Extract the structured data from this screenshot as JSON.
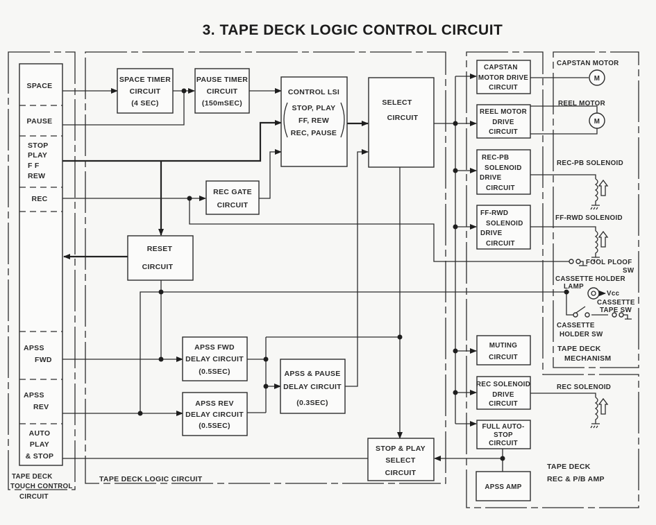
{
  "title": "3. TAPE DECK LOGIC CONTROL CIRCUIT",
  "groups": {
    "touch_control": [
      "TAPE DECK",
      "TOUCH CONTROL",
      "CIRCUIT"
    ],
    "logic": "TAPE DECK LOGIC CIRCUIT",
    "mechanism": [
      "TAPE DECK",
      "MECHANISM"
    ],
    "amp": [
      "TAPE DECK",
      "REC & P/B AMP"
    ]
  },
  "touch_keys": {
    "space": [
      "SPACE"
    ],
    "pause": [
      "PAUSE"
    ],
    "stop_play": [
      "STOP",
      "PLAY",
      "F F",
      "REW"
    ],
    "rec": [
      "REC"
    ],
    "apss_fwd": [
      "APSS",
      "FWD"
    ],
    "apss_rev": [
      "APSS",
      "REV"
    ],
    "auto_play": [
      "AUTO",
      "PLAY",
      "& STOP"
    ]
  },
  "blocks": {
    "space_timer": [
      "SPACE TIMER",
      "CIRCUIT",
      "(4 SEC)"
    ],
    "pause_timer": [
      "PAUSE TIMER",
      "CIRCUIT",
      "(150mSEC)"
    ],
    "control_lsi": [
      "CONTROL LSI",
      "STOP, PLAY",
      "FF, REW",
      "REC, PAUSE"
    ],
    "select": [
      "SELECT",
      "CIRCUIT"
    ],
    "rec_gate": [
      "REC GATE",
      "CIRCUIT"
    ],
    "reset": [
      "RESET",
      "CIRCUIT"
    ],
    "apss_fwd_delay": [
      "APSS FWD",
      "DELAY CIRCUIT",
      "(0.5SEC)"
    ],
    "apss_rev_delay": [
      "APSS REV",
      "DELAY CIRCUIT",
      "(0.5SEC)"
    ],
    "apss_pause_delay": [
      "APSS & PAUSE",
      "DELAY CIRCUIT",
      "(0.3SEC)"
    ],
    "stop_play_select": [
      "STOP & PLAY",
      "SELECT",
      "CIRCUIT"
    ],
    "capstan_drive": [
      "CAPSTAN",
      "MOTOR DRIVE",
      "CIRCUIT"
    ],
    "reel_drive": [
      "REEL MOTOR",
      "DRIVE",
      "CIRCUIT"
    ],
    "recpb_drive": [
      "REC-PB",
      "SOLENOID",
      "DRIVE",
      "CIRCUIT"
    ],
    "ffrwd_drive": [
      "FF-RWD",
      "SOLENOID",
      "DRIVE",
      "CIRCUIT"
    ],
    "muting": [
      "MUTING",
      "CIRCUIT"
    ],
    "rec_sol_drive": [
      "REC SOLENOID",
      "DRIVE",
      "CIRCUIT"
    ],
    "full_auto_stop": [
      "FULL AUTO-",
      "STOP",
      "CIRCUIT"
    ],
    "apss_amp": [
      "APSS AMP"
    ]
  },
  "components": {
    "capstan_motor": "CAPSTAN MOTOR",
    "reel_motor": "REEL MOTOR",
    "motor_symbol": "M",
    "recpb_solenoid": "REC-PB SOLENOID",
    "ffrwd_solenoid": "FF-RWD SOLENOID",
    "fool_proof": [
      "FOOL PLOOF",
      "SW"
    ],
    "cassette_lamp": [
      "CASSETTE HOLDER",
      "LAMP"
    ],
    "vcc": "Vcc",
    "cassette_tape_sw": [
      "CASSETTE",
      "TAPE SW"
    ],
    "cassette_holder_sw": [
      "CASSETTE",
      "HOLDER SW"
    ],
    "rec_solenoid": "REC SOLENOID"
  }
}
